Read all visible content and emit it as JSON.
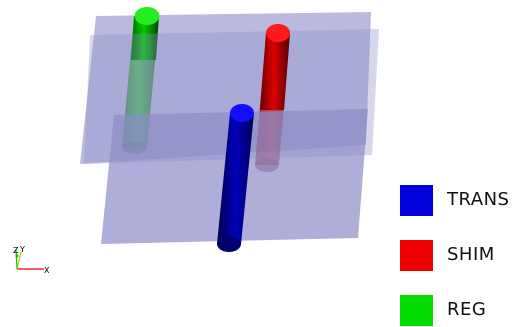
{
  "legend": {
    "items": [
      {
        "label": "TRANS",
        "color": "#0000dd"
      },
      {
        "label": "SHIM",
        "color": "#ee0000"
      },
      {
        "label": "REG",
        "color": "#00dd00"
      }
    ]
  },
  "orientation_axes": {
    "x_label": "X",
    "y_label": "Y",
    "z_label": "Z",
    "x_color": "#ee0000",
    "y_color": "#ddbb00",
    "z_color": "#00cc00"
  },
  "scene": {
    "plane_color": "#8c8cc8",
    "rods": [
      {
        "name": "REG",
        "color": "#00dd00"
      },
      {
        "name": "SHIM",
        "color": "#ee0000"
      },
      {
        "name": "TRANS",
        "color": "#0000dd"
      }
    ]
  }
}
